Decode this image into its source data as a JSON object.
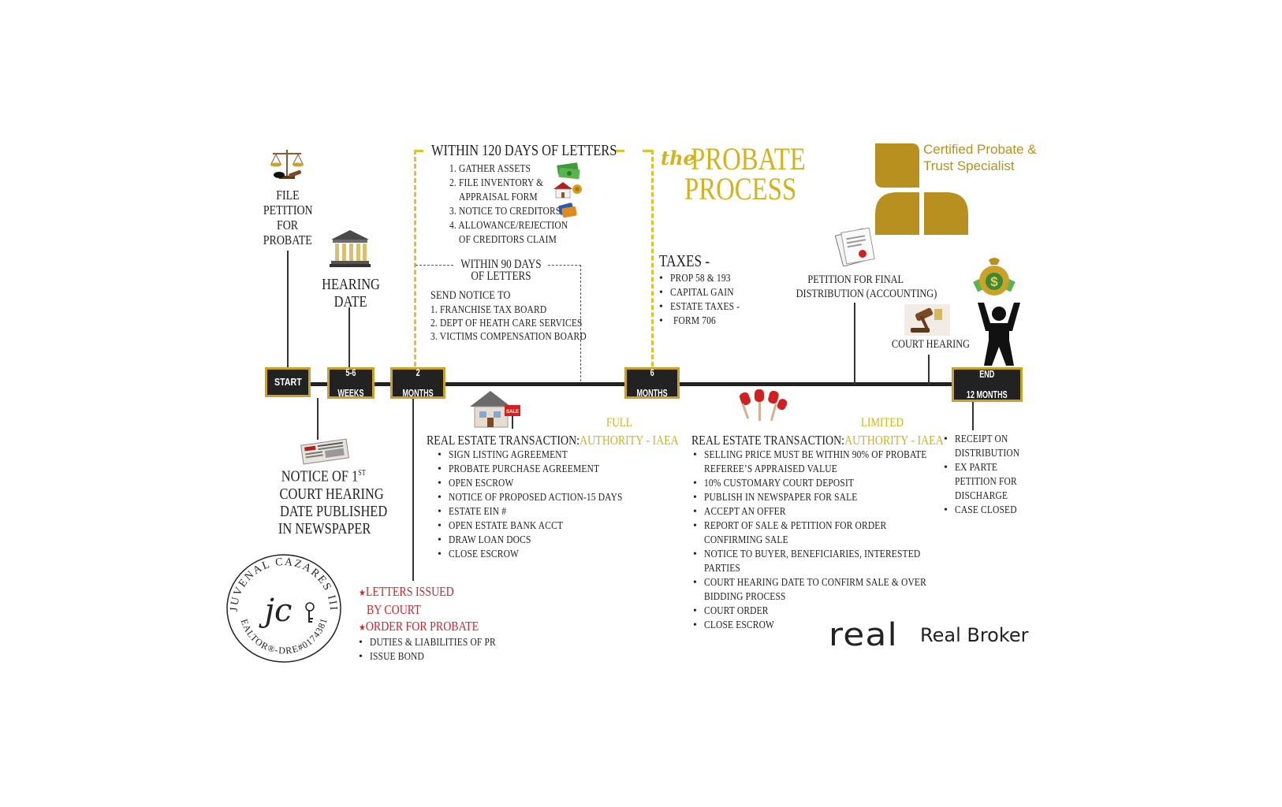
{
  "title": {
    "the": "the",
    "main1": "PROBATE",
    "main2": "PROCESS"
  },
  "brand": {
    "cert1": "Certified Probate &",
    "cert2": "Trust Specialist",
    "real_logo": "real",
    "real_broker": "Real Broker"
  },
  "seal": {
    "top": "JUVENAL CAZARES III",
    "bottom": "REALTOR®-DRE#01743817",
    "mono": "jc"
  },
  "timeline": {
    "start": "START",
    "weeks": [
      "5-6",
      "WEEKS"
    ],
    "months2": [
      "2",
      "MONTHS"
    ],
    "months6": [
      "6",
      "MONTHS"
    ],
    "end": [
      "END",
      "12 MONTHS"
    ]
  },
  "file_petition": [
    "FILE",
    "PETITION",
    "FOR",
    "PROBATE"
  ],
  "hearing": [
    "HEARING",
    "DATE"
  ],
  "notice_first": {
    "l1a": "NOTICE OF 1",
    "l1sup": "ST",
    "l2": "COURT HEARING",
    "l3": "DATE PUBLISHED",
    "l4": "IN NEWSPAPER"
  },
  "letters": {
    "red1a": "LETTERS ISSUED",
    "red1b": "BY COURT",
    "red2": "ORDER FOR PROBATE",
    "items": [
      "DUTIES & LIABILITIES OF PR",
      "ISSUE BOND"
    ]
  },
  "within120": {
    "heading": "WITHIN 120 DAYS OF LETTERS",
    "items": [
      "1. GATHER ASSETS",
      "2. FILE INVENTORY  &",
      "APPRAISAL FORM",
      "3. NOTICE TO CREDITORS",
      "4. ALLOWANCE/REJECTION",
      "OF CREDITORS CLAIM"
    ]
  },
  "within90": {
    "heading1": "WITHIN 90 DAYS",
    "heading2": "OF LETTERS",
    "intro": "SEND NOTICE TO",
    "items": [
      "1. FRANCHISE TAX BOARD",
      "2. DEPT OF HEATH CARE SERVICES",
      "3. VICTIMS COMPENSATION BOARD"
    ]
  },
  "taxes": {
    "heading": "TAXES -",
    "items": [
      "PROP 58 & 193",
      "CAPITAL GAIN",
      "ESTATE TAXES -"
    ],
    "cont": "FORM 706"
  },
  "petition_final": [
    "PETITION FOR FINAL",
    "DISTRIBUTION (ACCOUNTING)"
  ],
  "court_hearing": "COURT HEARING",
  "re_full": {
    "label": "REAL ESTATE TRANSACTION:",
    "authority": "AUTHORITY - IAEA",
    "full": "FULL",
    "items": [
      "SIGN LISTING AGREEMENT",
      "PROBATE PURCHASE AGREEMENT",
      "OPEN ESCROW",
      "NOTICE OF PROPOSED ACTION-15 DAYS",
      "ESTATE EIN #",
      "OPEN ESTATE BANK ACCT",
      "DRAW LOAN DOCS",
      "CLOSE ESCROW"
    ]
  },
  "re_limited": {
    "label": "REAL ESTATE TRANSACTION:",
    "authority": "AUTHORITY - IAEA",
    "limited": "LIMITED",
    "items": [
      [
        "SELLING PRICE MUST BE WITHIN 90% OF PROBATE",
        "REFEREE’S APPRAISED VALUE"
      ],
      [
        "10% CUSTOMARY COURT DEPOSIT"
      ],
      [
        "PUBLISH IN NEWSPAPER FOR SALE"
      ],
      [
        "ACCEPT AN OFFER"
      ],
      [
        "REPORT OF SALE & PETITION FOR ORDER",
        "CONFIRMING SALE"
      ],
      [
        "NOTICE TO BUYER, BENEFICIARIES, INTERESTED",
        "PARTIES"
      ],
      [
        "COURT HEARING DATE TO CONFIRM SALE & OVER",
        "BIDDING PROCESS"
      ],
      [
        "COURT ORDER"
      ],
      [
        "CLOSE ESCROW"
      ]
    ]
  },
  "end_items": [
    [
      "RECEIPT ON",
      "DISTRIBUTION"
    ],
    [
      "EX PARTE",
      "PETITION FOR",
      "DISCHARGE"
    ],
    [
      "CASE CLOSED"
    ]
  ],
  "colors": {
    "gold": "#b8901f",
    "accent_yellow": "#d4b21a",
    "red": "#d0242c",
    "dark": "#222222"
  },
  "icons": [
    "scales-icon",
    "courthouse-icon",
    "newspaper-icon",
    "money-icon",
    "house-icon",
    "credit-cards-icon",
    "for-sale-house-icon",
    "bidding-paddles-icon",
    "document-seal-icon",
    "gavel-icon",
    "money-bag-icon",
    "celebrating-person-icon"
  ]
}
